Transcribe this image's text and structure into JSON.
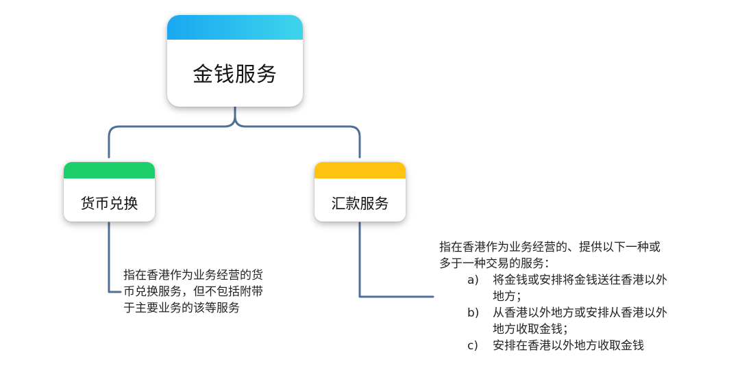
{
  "colors": {
    "connector": "#4f6f97",
    "root_header_start": "#19a8f1",
    "root_header_end": "#3ed4ec",
    "left_header": "#1ccf6b",
    "right_header": "#ffc20e"
  },
  "root": {
    "label": "金钱服务"
  },
  "branches": [
    {
      "label": "货币兑换",
      "description_lines": [
        "指在香港作为业务经营的货",
        "币兑换服务，但不包括附带",
        "于主要业务的该等服务"
      ]
    },
    {
      "label": "汇款服务",
      "intro_lines": [
        "指在香港作为业务经营的、提供以下一种或",
        "多于一种交易的服务："
      ],
      "items": [
        {
          "marker": "a)",
          "lines": [
            "将金钱或安排将金钱送往香港以外",
            "地方；"
          ]
        },
        {
          "marker": "b)",
          "lines": [
            "从香港以外地方或安排从香港以外",
            "地方收取金钱；"
          ]
        },
        {
          "marker": "c)",
          "lines": [
            "安排在香港以外地方收取金钱"
          ]
        }
      ]
    }
  ]
}
